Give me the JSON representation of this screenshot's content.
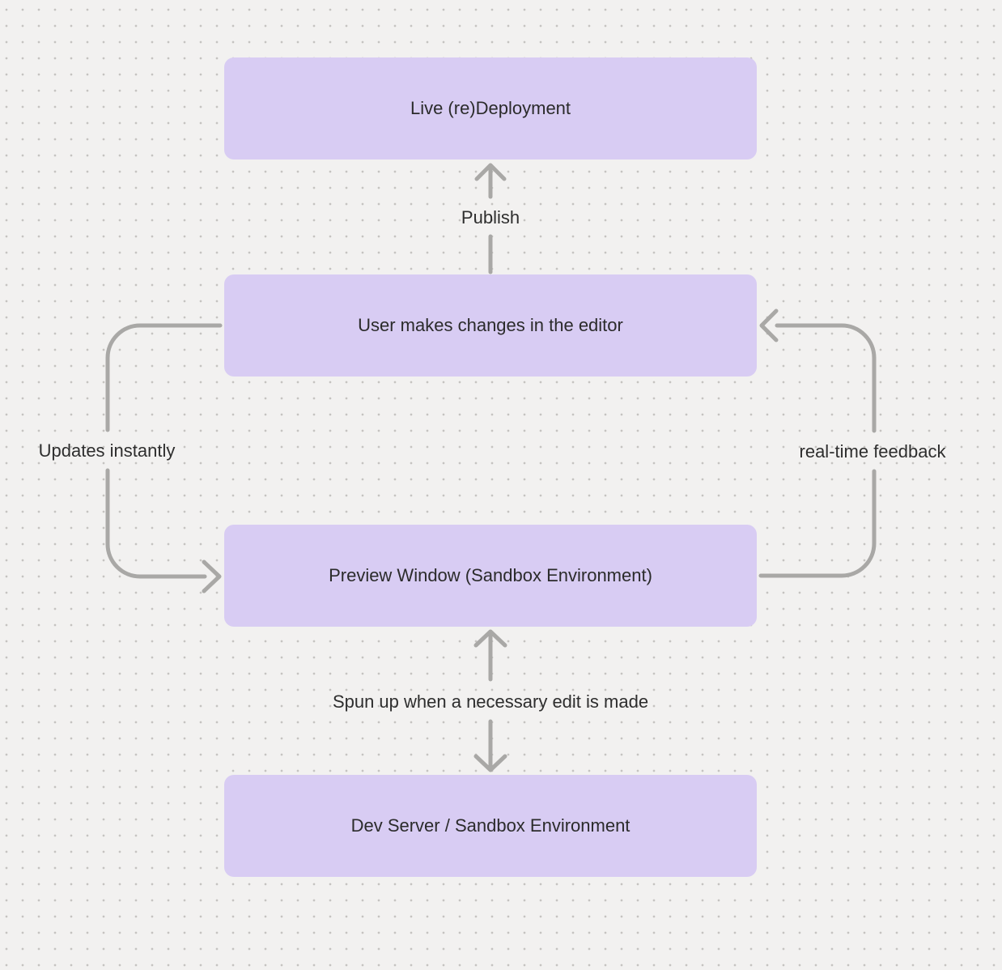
{
  "diagram": {
    "nodes": [
      {
        "label": "Live (re)Deployment"
      },
      {
        "label": "User makes changes in the editor"
      },
      {
        "label": "Preview Window (Sandbox Environment)"
      },
      {
        "label": "Dev Server / Sandbox Environment"
      }
    ],
    "edges": [
      {
        "label": "Publish",
        "from": "User makes changes in the editor",
        "to": "Live (re)Deployment",
        "direction": "up"
      },
      {
        "label": "Updates instantly",
        "from": "User makes changes in the editor",
        "to": "Preview Window (Sandbox Environment)",
        "direction": "left-loop-down"
      },
      {
        "label": "real-time feedback",
        "from": "Preview Window (Sandbox Environment)",
        "to": "User makes changes in the editor",
        "direction": "right-loop-up"
      },
      {
        "label": "Spun up when a necessary edit is made",
        "from": "Preview Window (Sandbox Environment)",
        "to": "Dev Server / Sandbox Environment",
        "direction": "both"
      }
    ],
    "colors": {
      "background": "#f2f1f0",
      "dot": "#c5c3c1",
      "node_fill": "#d8ccf3",
      "arrow": "#a9a8a6",
      "node_text": "#2b2b2b",
      "label_text": "#2e2e2e"
    }
  }
}
